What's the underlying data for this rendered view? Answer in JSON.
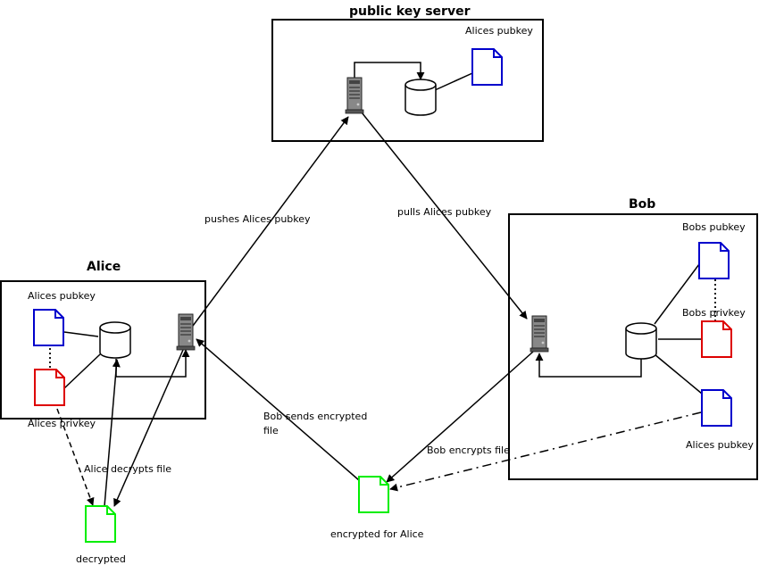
{
  "colors": {
    "public_key": "#0000cc",
    "private_key": "#dd0000",
    "file": "#00ee00",
    "line": "#000000"
  },
  "server_box": {
    "title": "public key server",
    "doc_label": "Alices pubkey"
  },
  "alice_box": {
    "title": "Alice",
    "pubkey_label": "Alices pubkey",
    "privkey_label": "Alices privkey"
  },
  "bob_box": {
    "title": "Bob",
    "pubkey_label": "Bobs pubkey",
    "privkey_label": "Bobs privkey",
    "alice_pubkey_label": "Alices pubkey"
  },
  "files": {
    "decrypted_label": "decrypted",
    "encrypted_label": "encrypted for Alice"
  },
  "edges": {
    "push": "pushes Alices pubkey",
    "pull": "pulls Alices pubkey",
    "send_line1": "Bob sends encrypted",
    "send_line2": "file",
    "encrypt": "Bob encrypts file",
    "decrypt": "Alice decrypts file"
  },
  "icons": {
    "server": "server-tower-icon",
    "database": "database-cylinder-icon",
    "document": "document-icon"
  }
}
